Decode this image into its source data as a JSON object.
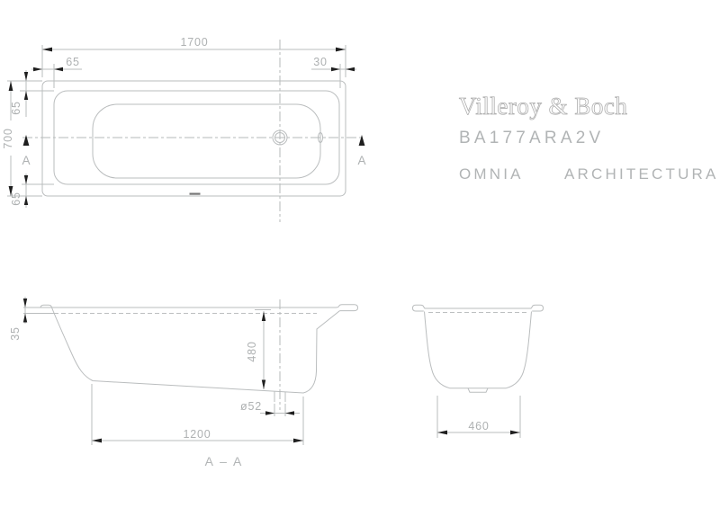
{
  "brand": {
    "logo": "Villeroy & Boch",
    "model": "BA177ARA2V",
    "series_word1": "OMNIA",
    "series_word2": "ARCHITECTURA"
  },
  "top_view": {
    "dim_length": "1700",
    "dim_width": "700",
    "dim_rim_left": "65",
    "dim_rim_top": "65",
    "dim_rim_bottom": "65",
    "dim_rim_right": "30",
    "section_marker": "A"
  },
  "side_view": {
    "dim_rim_drop": "35",
    "dim_depth": "480",
    "dim_drain": "ø52",
    "dim_bottom_length": "1200",
    "section_label": "A – A"
  },
  "end_view": {
    "dim_bottom_width": "460"
  },
  "colors": {
    "background": "#ffffff",
    "line": "#babdbe",
    "dim_text": "#aeb1b2",
    "arrow": "#1f1f1f",
    "logo_outline": "#aeaeae"
  }
}
